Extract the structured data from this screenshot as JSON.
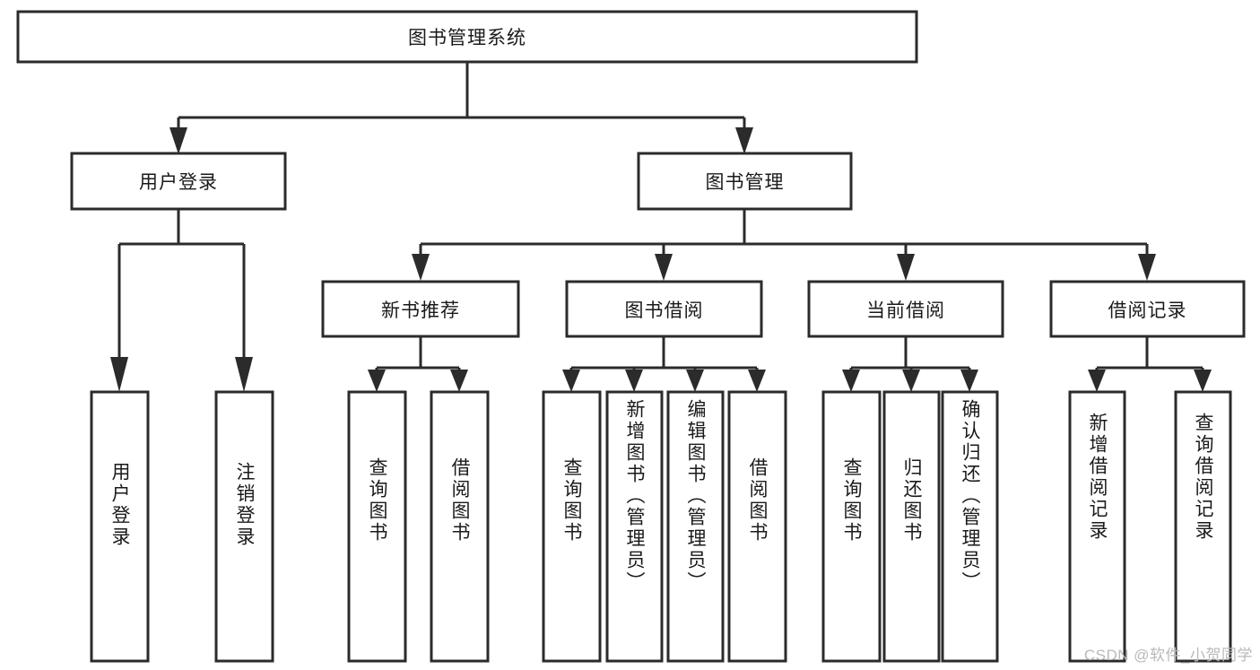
{
  "diagram": {
    "type": "tree-hierarchy-chart",
    "title": "图书管理系统",
    "watermark": "CSDN @软件_小贺同学",
    "colors": {
      "stroke": "#2b2b2b",
      "fill": "#ffffff",
      "text": "#1a1a1a",
      "watermark": "#b9b9b9",
      "background": "#ffffff"
    },
    "nodes": {
      "root": {
        "label": "图书管理系统",
        "orientation": "horizontal"
      },
      "level1": [
        {
          "id": "user-login",
          "label": "用户登录",
          "orientation": "horizontal"
        },
        {
          "id": "book-manage",
          "label": "图书管理",
          "orientation": "horizontal"
        }
      ],
      "level2": [
        {
          "id": "new-book-recommend",
          "label": "新书推荐",
          "orientation": "horizontal"
        },
        {
          "id": "book-borrow",
          "label": "图书借阅",
          "orientation": "horizontal"
        },
        {
          "id": "current-borrow",
          "label": "当前借阅",
          "orientation": "horizontal"
        },
        {
          "id": "borrow-record",
          "label": "借阅记录",
          "orientation": "horizontal"
        }
      ],
      "leaves": {
        "user-login": [
          {
            "id": "leaf-user-login",
            "label": "用户登录",
            "orientation": "vertical"
          },
          {
            "id": "leaf-logout-login",
            "label": "注销登录",
            "orientation": "vertical"
          }
        ],
        "new-book-recommend": [
          {
            "id": "leaf-query-book-1",
            "label": "查询图书",
            "orientation": "vertical"
          },
          {
            "id": "leaf-borrow-book-1",
            "label": "借阅图书",
            "orientation": "vertical"
          }
        ],
        "book-borrow": [
          {
            "id": "leaf-query-book-2",
            "label": "查询图书",
            "orientation": "vertical"
          },
          {
            "id": "leaf-add-book",
            "label": "新增图书（管理员）",
            "orientation": "vertical"
          },
          {
            "id": "leaf-edit-book",
            "label": "编辑图书（管理员）",
            "orientation": "vertical"
          },
          {
            "id": "leaf-borrow-book-2",
            "label": "借阅图书",
            "orientation": "vertical"
          }
        ],
        "current-borrow": [
          {
            "id": "leaf-query-book-3",
            "label": "查询图书",
            "orientation": "vertical"
          },
          {
            "id": "leaf-return-book",
            "label": "归还图书",
            "orientation": "vertical"
          },
          {
            "id": "leaf-confirm-return",
            "label": "确认归还（管理员）",
            "orientation": "vertical"
          }
        ],
        "borrow-record": [
          {
            "id": "leaf-add-record",
            "label": "新增借阅记录",
            "orientation": "vertical"
          },
          {
            "id": "leaf-query-record",
            "label": "查询借阅记录",
            "orientation": "vertical"
          }
        ]
      }
    }
  }
}
